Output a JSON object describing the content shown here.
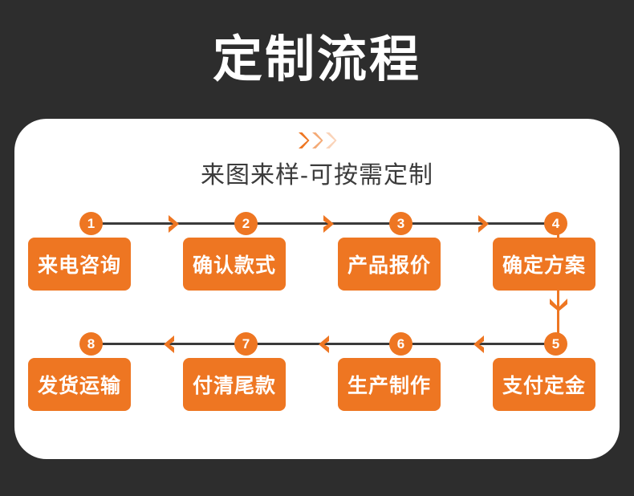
{
  "page": {
    "title": "定制流程",
    "subtitle": "来图来样-可按需定制",
    "background_color": "#2d2d2d",
    "card_color": "#ffffff",
    "accent_color": "#ee7622",
    "line_color": "#3a3a3a",
    "title_color": "#ffffff",
    "subtitle_color": "#3b3b3b"
  },
  "decoration": {
    "chevrons": [
      {
        "name": "chevron-1",
        "color": "#ee7622",
        "opacity": "1"
      },
      {
        "name": "chevron-2",
        "color": "#ee7622",
        "opacity": "0.62"
      },
      {
        "name": "chevron-3",
        "color": "#ee7622",
        "opacity": "0.32"
      }
    ]
  },
  "flow": {
    "row_top_direction": "left-to-right",
    "row_bottom_direction": "right-to-left",
    "steps": [
      {
        "number": "1",
        "label": "来电咨询",
        "row": "top",
        "order": 1
      },
      {
        "number": "2",
        "label": "确认款式",
        "row": "top",
        "order": 2
      },
      {
        "number": "3",
        "label": "产品报价",
        "row": "top",
        "order": 3
      },
      {
        "number": "4",
        "label": "确定方案",
        "row": "top",
        "order": 4
      },
      {
        "number": "5",
        "label": "支付定金",
        "row": "bottom",
        "order": 5
      },
      {
        "number": "6",
        "label": "生产制作",
        "row": "bottom",
        "order": 6
      },
      {
        "number": "7",
        "label": "付清尾款",
        "row": "bottom",
        "order": 7
      },
      {
        "number": "8",
        "label": "发货运输",
        "row": "bottom",
        "order": 8
      }
    ]
  }
}
